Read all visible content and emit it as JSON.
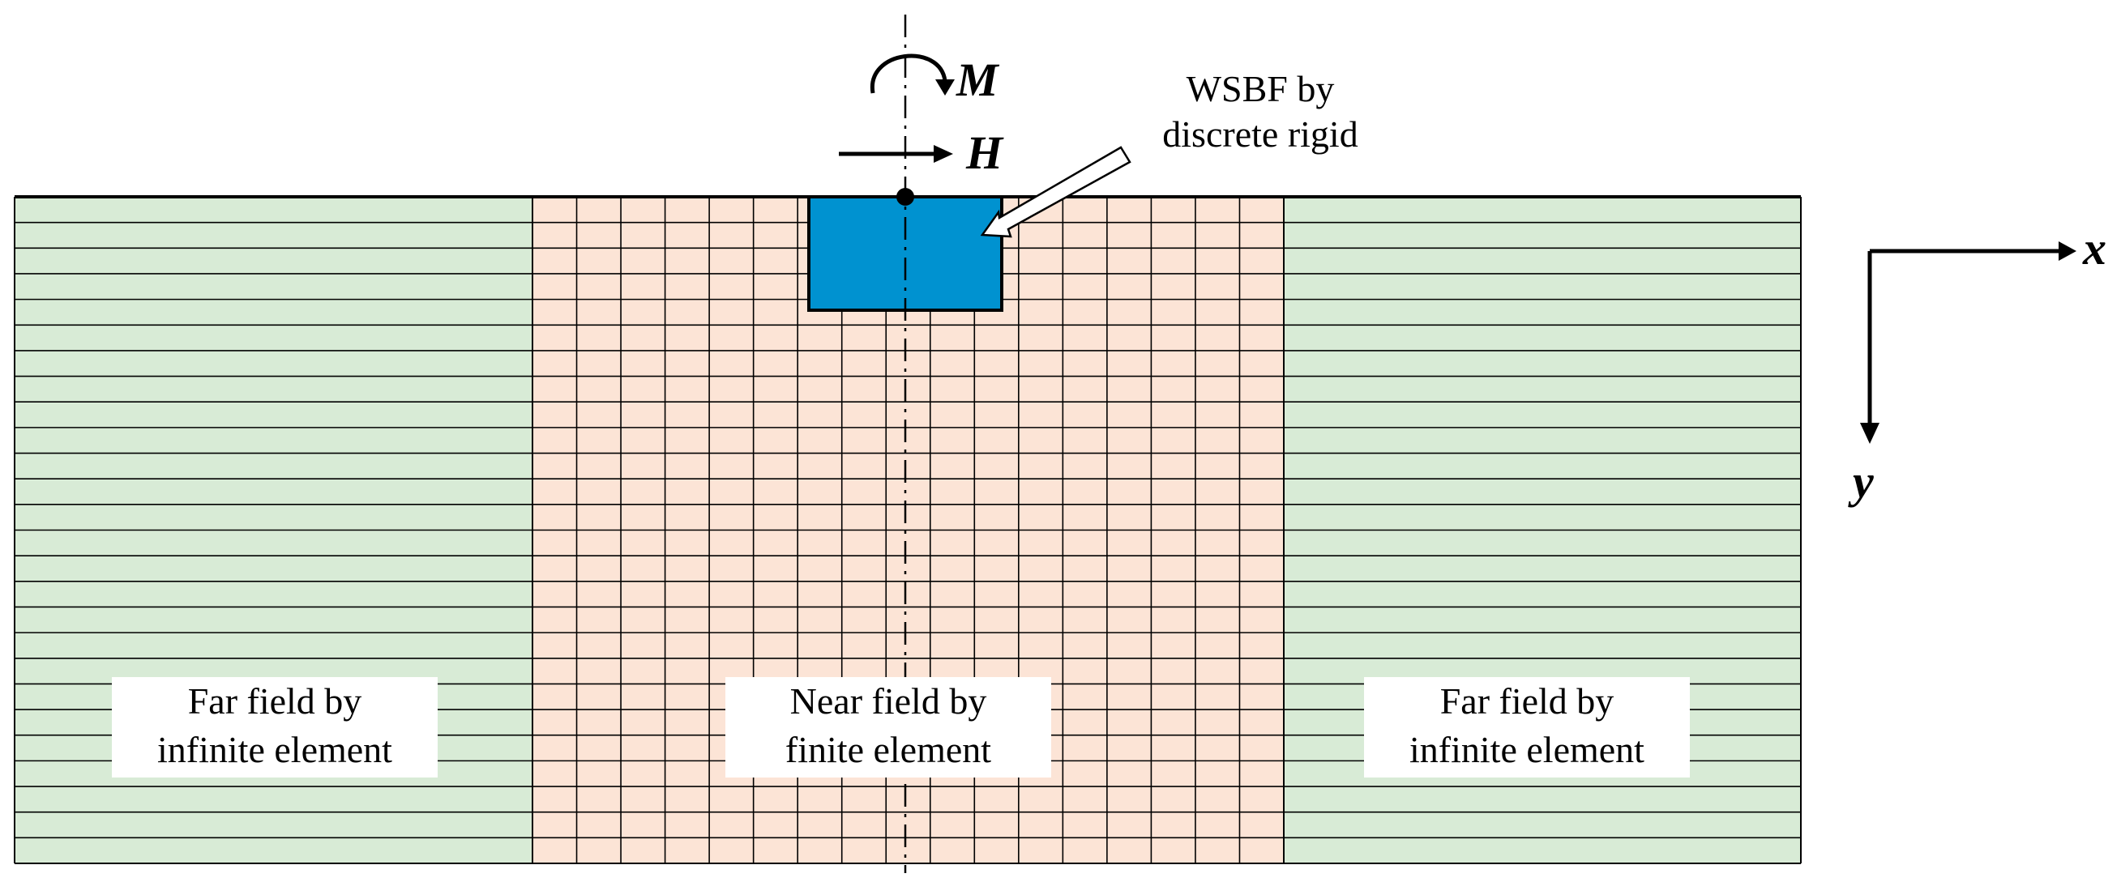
{
  "colors": {
    "far_field_fill": "#d8ebd6",
    "near_field_fill": "#fce4d6",
    "foundation_fill": "#0092d0",
    "line": "#000000"
  },
  "mesh": {
    "rows": 26,
    "far_columns": 1,
    "near_columns": 17
  },
  "labels": {
    "far_left": [
      "Far field by",
      "infinite element"
    ],
    "near": [
      "Near field by",
      "finite element"
    ],
    "far_right": [
      "Far field by",
      "infinite element"
    ],
    "callout": [
      "WSBF by",
      "discrete rigid"
    ]
  },
  "loads": {
    "moment": "M",
    "horizontal": "H"
  },
  "axes": {
    "x": "x",
    "y": "y"
  }
}
